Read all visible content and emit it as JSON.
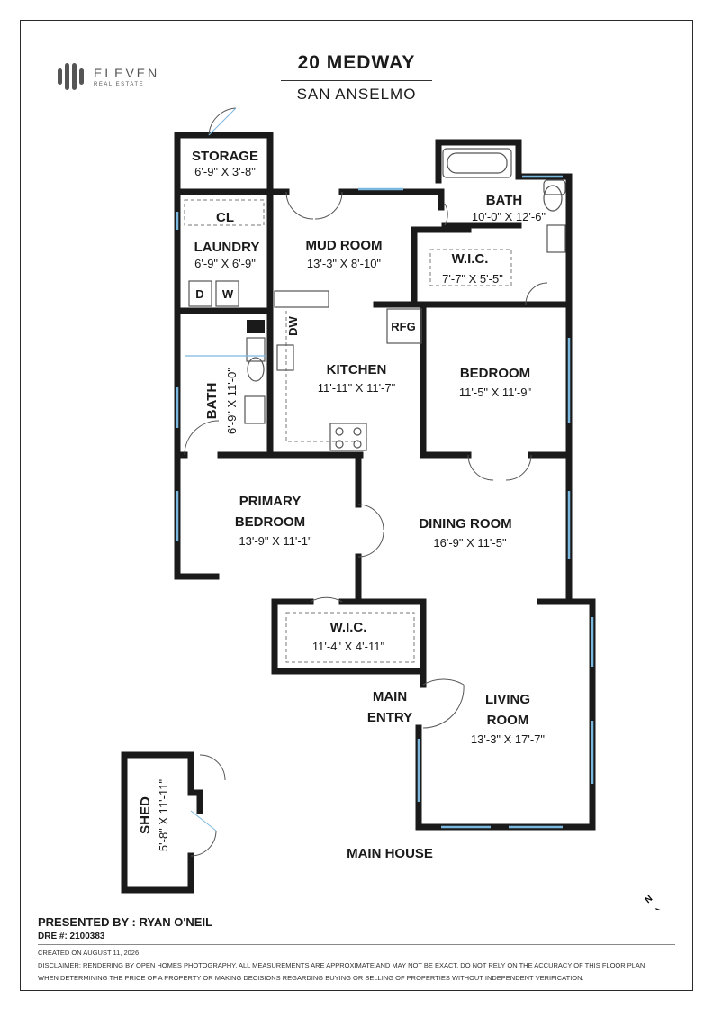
{
  "brand": {
    "name": "ELEVEN",
    "tagline": "REAL ESTATE"
  },
  "address": {
    "street": "20 MEDWAY",
    "city": "SAN ANSELMO"
  },
  "rooms": {
    "storage": {
      "name": "STORAGE",
      "dims": "6'-9\" X 3'-8\""
    },
    "closet": {
      "name": "CL"
    },
    "laundry": {
      "name": "LAUNDRY",
      "dims": "6'-9\" X 6'-9\""
    },
    "mud_room": {
      "name": "MUD ROOM",
      "dims": "13'-3\" X 8'-10\""
    },
    "bath_upper": {
      "name": "BATH",
      "dims": "10'-0\" X 12'-6\""
    },
    "wic_upper": {
      "name": "W.I.C.",
      "dims": "7'-7\" X 5'-5\""
    },
    "kitchen": {
      "name": "KITCHEN",
      "dims": "11'-11\" X 11'-7\""
    },
    "bedroom": {
      "name": "BEDROOM",
      "dims": "11'-5\" X 11'-9\""
    },
    "bath_lower": {
      "name": "BATH",
      "dims": "6'-9\" X 11'-0\""
    },
    "primary_bedroom": {
      "name_line1": "PRIMARY",
      "name_line2": "BEDROOM",
      "dims": "13'-9\" X 11'-1\""
    },
    "dining_room": {
      "name": "DINING ROOM",
      "dims": "16'-9\" X 11'-5\""
    },
    "wic_lower": {
      "name": "W.I.C.",
      "dims": "11'-4\" X 4'-11\""
    },
    "main_entry": {
      "name_line1": "MAIN",
      "name_line2": "ENTRY"
    },
    "living_room": {
      "name_line1": "LIVING",
      "name_line2": "ROOM",
      "dims": "13'-3\" X 17'-7\""
    },
    "shed": {
      "name": "SHED",
      "dims": "5'-8\" X 11'-11\""
    }
  },
  "fixtures": {
    "dryer": "D",
    "washer": "W",
    "dishwasher": "DW",
    "refrigerator": "RFG"
  },
  "building_label": "MAIN HOUSE",
  "footer": {
    "presented_by": "PRESENTED BY : RYAN O'NEIL",
    "dre": "DRE #: 2100383",
    "created": "CREATED ON AUGUST 11, 2026",
    "disclaimer_line1": "DISCLAIMER: RENDERING BY OPEN HOMES PHOTOGRAPHY. ALL MEASUREMENTS ARE APPROXIMATE AND MAY NOT BE EXACT. DO NOT RELY ON THE ACCURACY OF THIS FLOOR PLAN",
    "disclaimer_line2": "WHEN DETERMINING THE PRICE OF A PROPERTY OR MAKING DECISIONS REGARDING BUYING OR SELLING OF PROPERTIES WITHOUT INDEPENDENT VERIFICATION."
  },
  "compass": {
    "label": "N"
  },
  "colors": {
    "wall": "#1a1a1a",
    "window": "#7ab8e0",
    "fixture": "#555555"
  }
}
